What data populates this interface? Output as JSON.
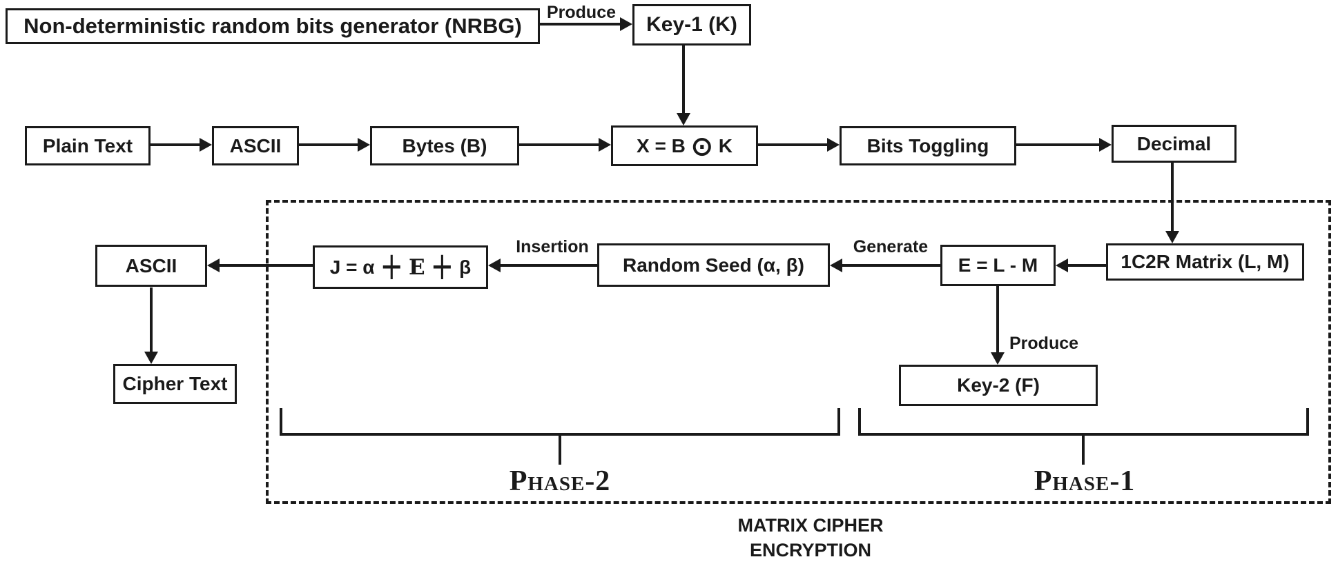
{
  "background": "#ffffff",
  "ink": "#1a1a1a",
  "nodes": {
    "nrbg": "Non-deterministic random bits generator (NRBG)",
    "key1": "Key-1 (K)",
    "plain_text": "Plain Text",
    "ascii_in": "ASCII",
    "bytes": "Bytes (B)",
    "xor": {
      "lead": "X = B",
      "op": "⊙",
      "tail": "K"
    },
    "bits_toggling": "Bits Toggling",
    "decimal": "Decimal",
    "matrix_1c2r": "1C2R Matrix (L, M)",
    "e_lm": "E = L - M",
    "random_seed": "Random Seed (α, β)",
    "j_eq": {
      "lead": "J = α",
      "op1": "+",
      "mid": "E",
      "op2": "+",
      "tail": "β"
    },
    "ascii_out": "ASCII",
    "cipher_text": "Cipher Text",
    "key2": "Key-2 (F)"
  },
  "edge_labels": {
    "produce_key1": "Produce",
    "generate": "Generate",
    "insertion": "Insertion",
    "produce_key2": "Produce"
  },
  "phases": {
    "phase1": "Phase-1",
    "phase2": "Phase-2"
  },
  "caption": {
    "line1": "MATRIX CIPHER",
    "line2": "ENCRYPTION"
  }
}
